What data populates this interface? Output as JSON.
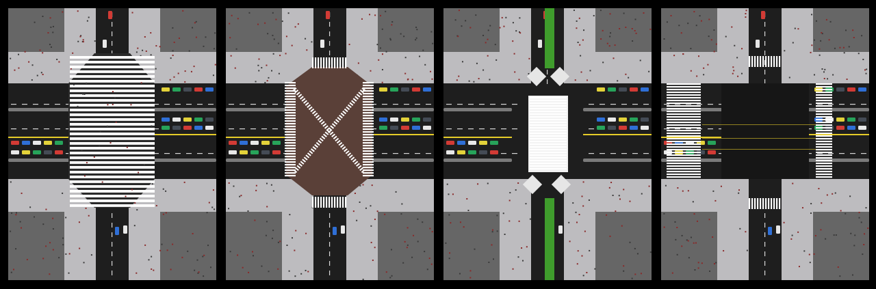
{
  "figure": {
    "panels": [
      {
        "id": "a",
        "crossing": "full-scramble-zebra",
        "median": "none"
      },
      {
        "id": "b",
        "crossing": "diagonal-x-scramble",
        "median": "none"
      },
      {
        "id": "c",
        "crossing": "central-island-crossing",
        "median": "green-bike-lane"
      },
      {
        "id": "d",
        "crossing": "standard-four-leg",
        "median": "none"
      }
    ],
    "colors": {
      "background": "#000000",
      "asphalt": "#1e1e1e",
      "sidewalk": "#bdbcbf",
      "building": "#666666",
      "zebra": "#ffffff",
      "brown_plaza": "#5a4038",
      "green_lane": "#3f9c2c",
      "lane_yellow": "#e6cc29",
      "median_grey": "#7a7a7a"
    }
  }
}
